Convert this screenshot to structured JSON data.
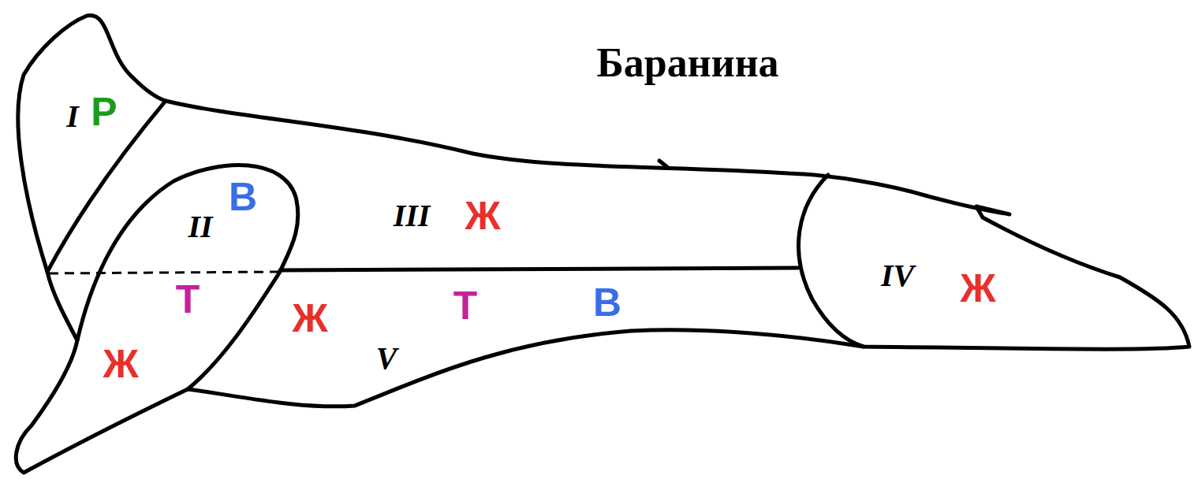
{
  "diagram": {
    "title": "Баранина",
    "labels": [
      "I",
      "Р",
      "II",
      "В",
      "III",
      "Ж",
      "Т",
      "Ж",
      "Т",
      "В",
      "IV",
      "Ж",
      "Ж",
      "V"
    ]
  }
}
